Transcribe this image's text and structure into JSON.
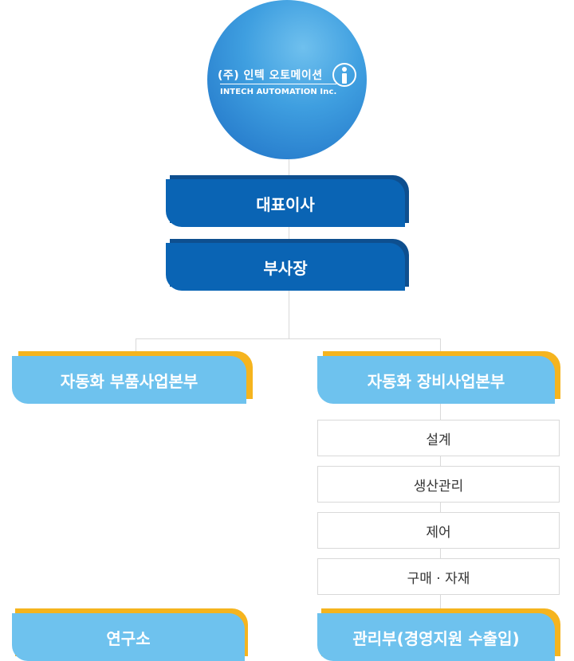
{
  "logo": {
    "korean": "(주) 인텍 오토메이션",
    "english": "INTECH AUTOMATION Inc.",
    "icon": "info-i-icon"
  },
  "ceo": {
    "label": "대표이사"
  },
  "vice_president": {
    "label": "부사장"
  },
  "divisions": {
    "parts": {
      "label": "자동화 부품사업본부"
    },
    "equipment": {
      "label": "자동화 장비사업본부",
      "items": [
        "설계",
        "생산관리",
        "제어",
        "구매 · 자재"
      ]
    },
    "research": {
      "label": "연구소"
    },
    "management": {
      "label": "관리부(경영지원 수출입)"
    }
  },
  "colors": {
    "logo_blue": "#3f9fe0",
    "dark_blue": "#0a64b4",
    "light_blue": "#6ec2ee",
    "gold": "#f5b41e",
    "line_gray": "#d9d9d9"
  }
}
